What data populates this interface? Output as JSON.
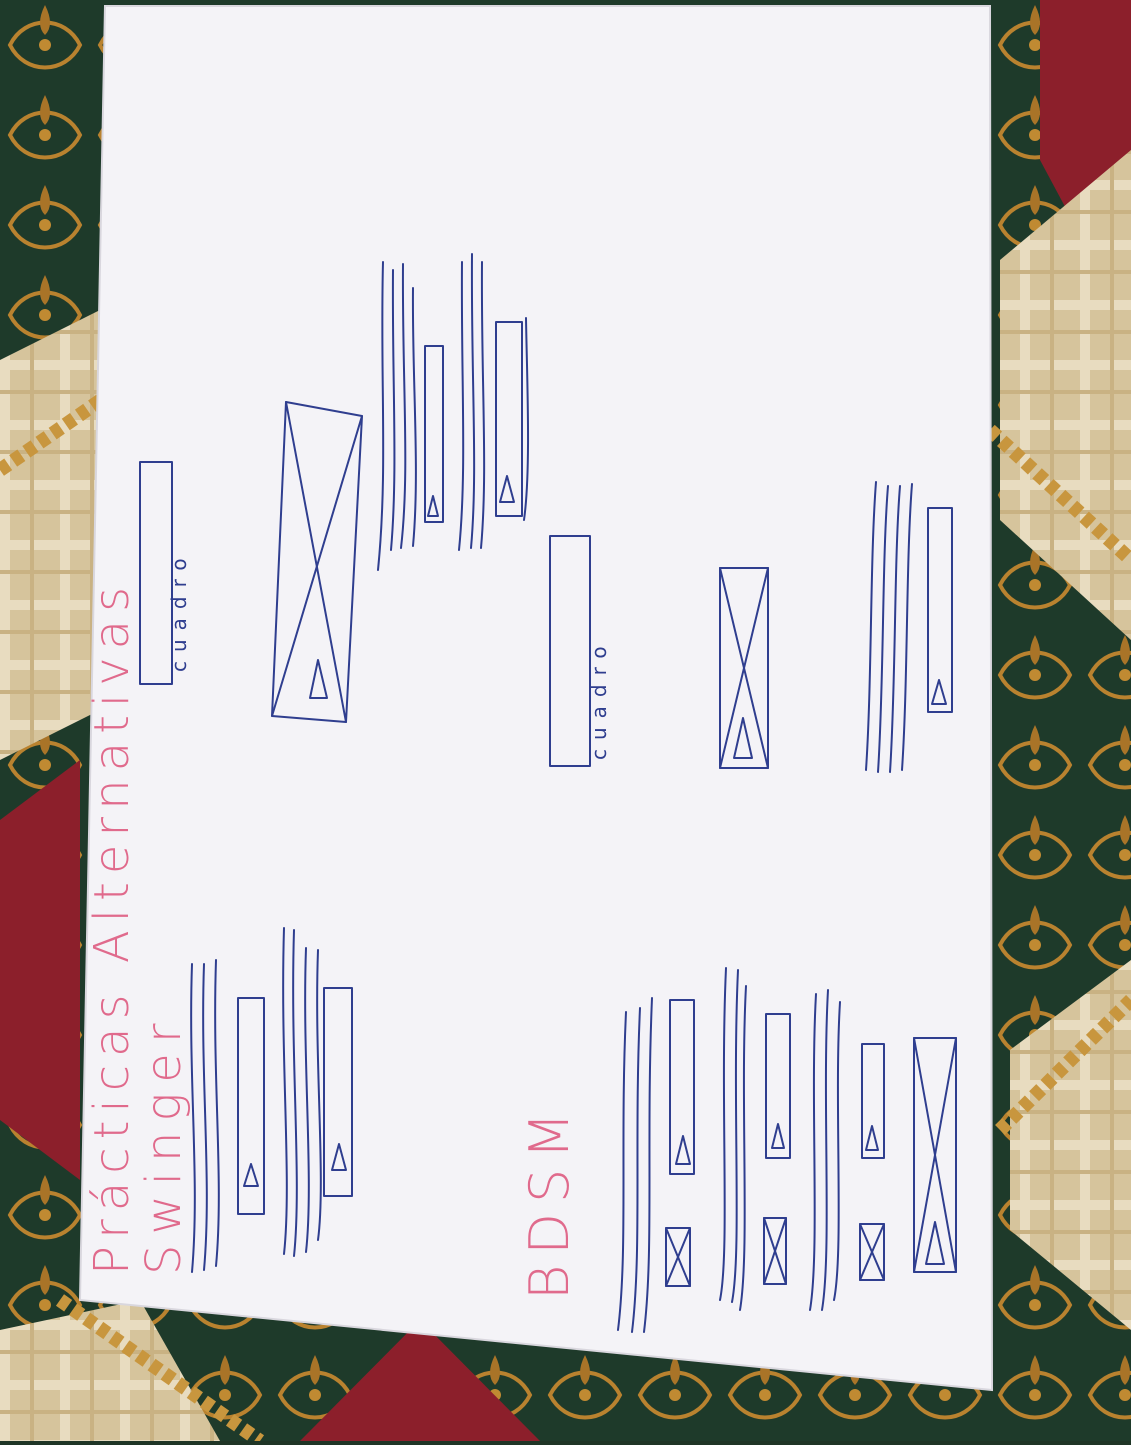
{
  "scene": {
    "subject": "hand-drawn wireframe sketch on paper",
    "orientation_of_sketch": "rotated 90 degrees counter-clockwise",
    "colors": {
      "paper": "#f4f3f7",
      "blue_ink": "#2f3e8f",
      "red_ink": "#e06a8c",
      "fabric_dark_green": "#1e3a2a",
      "fabric_red": "#8c1f2b",
      "fabric_beige": "#d8c8a2",
      "fabric_gold": "#c08a32"
    }
  },
  "heading": {
    "title": "Prácticas Alternativas",
    "section_1": "Swinger",
    "section_2": "BDSM"
  },
  "labels": {
    "box_top": "cuadro",
    "box_right": "cuadro"
  }
}
